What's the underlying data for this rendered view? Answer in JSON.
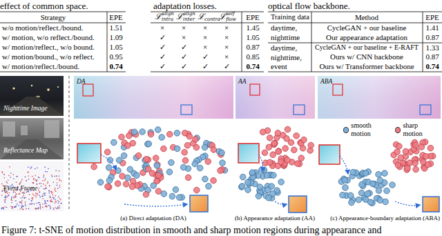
{
  "diagram": {
    "caption": "Figure 7: t-SNE of motion distribution in smooth and sharp motion regions during appearance and",
    "nodes": [
      {
        "text": [
          "Nighttime Image"
        ]
      },
      {
        "text": [
          "Reflectance Map"
        ]
      },
      {
        "text": [
          "Event Frame"
        ]
      },
      {
        "text": [
          "DA"
        ]
      },
      {
        "text": [
          "AA"
        ]
      },
      {
        "text": [
          "ABA"
        ]
      }
    ],
    "labels": [
      "effect of common space.",
      "Strategy",
      "EPE",
      "w/o motion/reflect./bound.",
      "1.51",
      "w/ motion, w/o reflect./bound.",
      "1.09",
      "w/ motion/reflect., w/o bound.",
      "1.05",
      "w/ motion/bound., w/o reflect.",
      "0.95",
      "w/ motion/reflect./bound.",
      "0.74",
      "adaptation losses.",
      "ℒ",
      "align",
      "intra",
      "ℒ",
      "align",
      "inter",
      "ℒ",
      "contra",
      "ℒ",
      "self",
      "flow",
      "EPE",
      "×",
      "×",
      "×",
      "×",
      "1.45",
      "✓",
      "×",
      "×",
      "×",
      "1.05",
      "✓",
      "✓",
      "×",
      "×",
      "0.87",
      "✓",
      "✓",
      "✓",
      "×",
      "0.85",
      "✓",
      "✓",
      "✓",
      "✓",
      "0.74",
      "optical flow backbone.",
      "Training data",
      "Method",
      "EPE",
      "daytime, nighttime",
      "CycleGAN + our baseline",
      "1.41",
      "Our appearance adaptation",
      "0.87",
      "daytime, nighttime, event",
      "CycleGAN + our baseline + E-RAFT",
      "1.33",
      "Ours w/ CNN backbone",
      "0.87",
      "Ours w/ Transformer backbone",
      "0.74",
      "(a) Direct adaptation (DA)",
      "(b) Appearance adaptation (AA)",
      "(c) Appearance-boundary adaptation (ABA)"
    ],
    "legend": [
      {
        "text": "smooth motion",
        "color": "#7fb0d8"
      },
      {
        "text": "sharp motion",
        "color": "#ee7b84"
      }
    ]
  }
}
